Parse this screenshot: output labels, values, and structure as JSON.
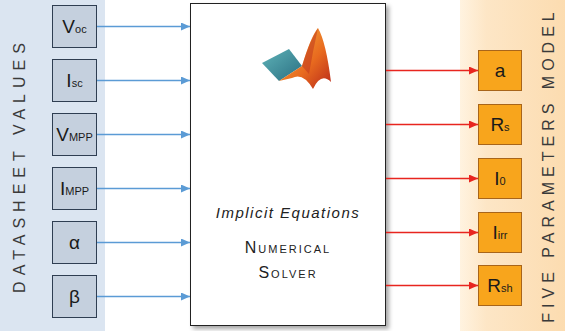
{
  "diagram": {
    "nodes": [
      {
        "text": [
          "DATASHEET VALUES"
        ]
      },
      {
        "text": [
          "Voc"
        ],
        "in": 0
      },
      {
        "text": [
          "Isc"
        ],
        "in": 0
      },
      {
        "text": [
          "VMPP"
        ],
        "in": 0
      },
      {
        "text": [
          "IMPP"
        ],
        "in": 0
      },
      {
        "text": [
          "α"
        ],
        "in": 0
      },
      {
        "text": [
          "β"
        ],
        "in": 0
      },
      {
        "text": [
          "Implicit Equations",
          "Numerical Solver"
        ]
      },
      {
        "text": [
          "FIVE PARAMETERS MODEL"
        ]
      },
      {
        "text": [
          "a"
        ],
        "in": 8
      },
      {
        "text": [
          "Rs"
        ],
        "in": 8
      },
      {
        "text": [
          "I0"
        ],
        "in": 8
      },
      {
        "text": [
          "Iirr"
        ],
        "in": 8
      },
      {
        "text": [
          "Rsh"
        ],
        "in": 8
      }
    ],
    "edges": [
      {
        "from": 1,
        "to": 7,
        "arrow": "to"
      },
      {
        "from": 2,
        "to": 7,
        "arrow": "to"
      },
      {
        "from": 3,
        "to": 7,
        "arrow": "to"
      },
      {
        "from": 4,
        "to": 7,
        "arrow": "to"
      },
      {
        "from": 5,
        "to": 7,
        "arrow": "to"
      },
      {
        "from": 6,
        "to": 7,
        "arrow": "to"
      },
      {
        "from": 7,
        "to": 9,
        "arrow": "to"
      },
      {
        "from": 7,
        "to": 10,
        "arrow": "to"
      },
      {
        "from": 7,
        "to": 11,
        "arrow": "to"
      },
      {
        "from": 7,
        "to": 12,
        "arrow": "to"
      },
      {
        "from": 7,
        "to": 13,
        "arrow": "to"
      }
    ]
  }
}
